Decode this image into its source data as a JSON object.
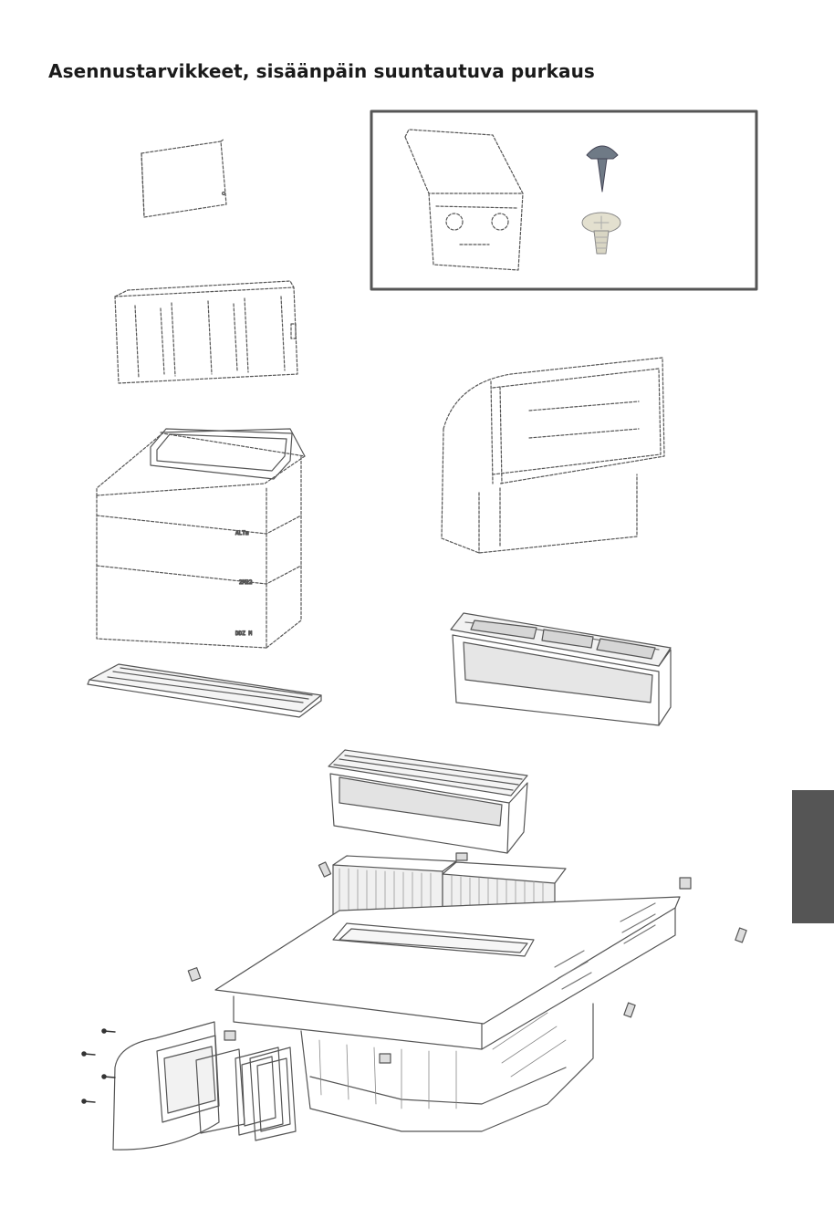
{
  "page": {
    "title": "Asennustarvikkeet, sisäänpäin suuntautuva purkaus"
  },
  "labels": {
    "marking_top": "ALTm",
    "marking_mid": "2M22",
    "marking_bottom": "DDZ M"
  },
  "colors": {
    "line": "#555555",
    "tab": "#555555",
    "frame": "#555555"
  }
}
